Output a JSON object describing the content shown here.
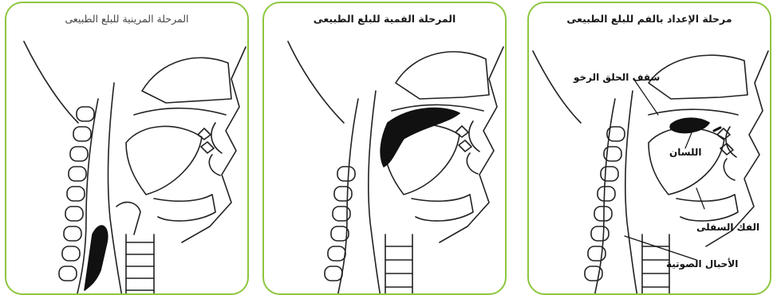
{
  "panels": [
    {
      "title": "المرحلة المرينية للبلع الطبيعى"
    },
    {
      "title": "المرحلة الفمية للبلع الطبيعى"
    },
    {
      "title": "مرحلة الإعداد بالفم للبلع الطبيعى",
      "labels": {
        "soft_palate": "سقف الحلق الرخو",
        "tongue": "اللسان",
        "mandible": "الفك السفلى",
        "vocal_cords": "الأحبال الصوتية"
      }
    }
  ]
}
